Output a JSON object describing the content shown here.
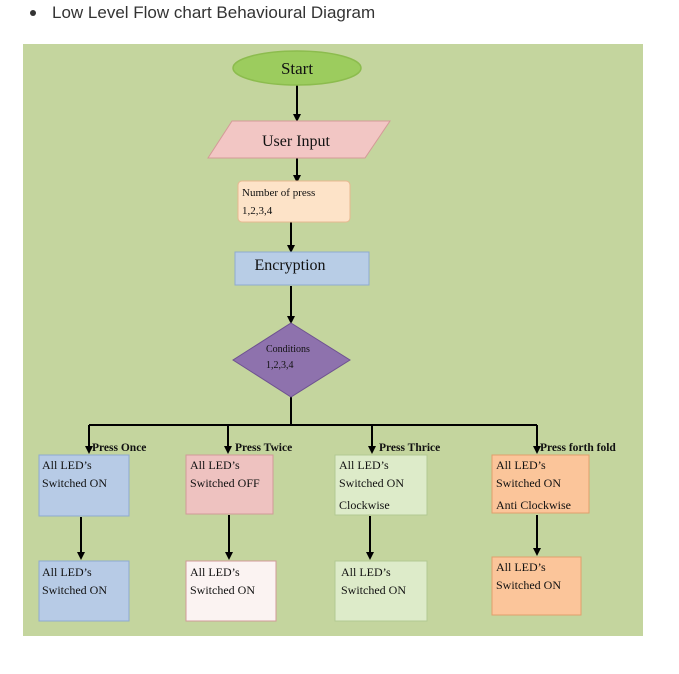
{
  "heading": "Low Level Flow chart Behavioural Diagram",
  "colors": {
    "background": "#c4d59e",
    "start": "#9ccc5e",
    "input": "#f2c6c4",
    "note": "#fde3c8",
    "encryption": "#b8cde6",
    "decision": "#8e72ad",
    "blue": "#b7cbe6",
    "red": "#eec2c0",
    "green": "#ddebc9",
    "orange": "#fbc59a",
    "arrow": "#000000"
  },
  "nodes": {
    "start": "Start",
    "user_input": "User Input",
    "press_count": {
      "line1": "Number of press",
      "line2": "1,2,3,4"
    },
    "encryption": "Encryption",
    "conditions": {
      "line1": "Conditions",
      "line2": "1,2,3,4"
    }
  },
  "branches": [
    {
      "label": "Press Once",
      "step1": {
        "line1": "All LED’s",
        "line2": "Switched ON",
        "line3": ""
      },
      "step2": {
        "line1": "All LED’s",
        "line2": "Switched ON"
      }
    },
    {
      "label": "Press Twice",
      "step1": {
        "line1": "All LED’s",
        "line2": "Switched OFF",
        "line3": ""
      },
      "step2": {
        "line1": "All LED’s",
        "line2": "Switched ON"
      }
    },
    {
      "label": "Press Thrice",
      "step1": {
        "line1": "All LED’s",
        "line2": "Switched ON",
        "line3": "Clockwise"
      },
      "step2": {
        "line1": "All LED’s",
        "line2": "Switched ON"
      }
    },
    {
      "label": "Press forth fold",
      "step1": {
        "line1": "All LED’s",
        "line2": "Switched ON",
        "line3": "Anti Clockwise"
      },
      "step2": {
        "line1": "All LED’s",
        "line2": "Switched ON"
      }
    }
  ]
}
